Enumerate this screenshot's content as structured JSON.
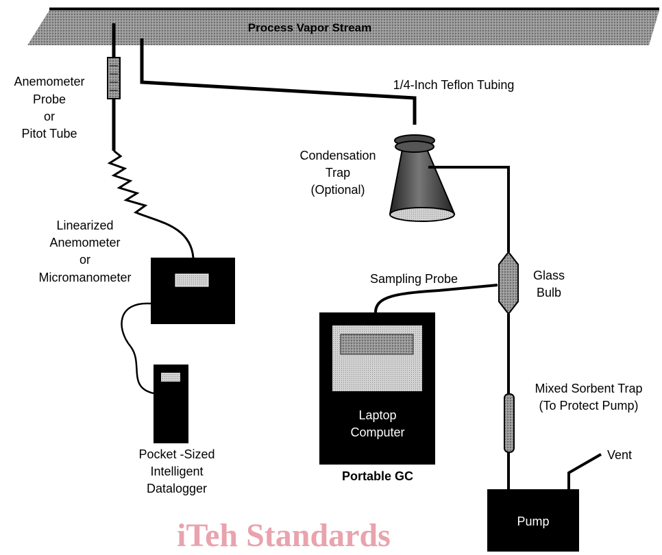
{
  "labels": {
    "process_stream": "Process Vapor Stream",
    "anemometer_probe": [
      "Anemometer",
      "Probe",
      "or",
      "Pitot Tube"
    ],
    "teflon_tubing": "1/4-Inch Teflon Tubing",
    "condensation_trap": [
      "Condensation",
      "Trap",
      "(Optional)"
    ],
    "linearized_anemometer": [
      "Linearized",
      "Anemometer",
      "or",
      "Micromanometer"
    ],
    "sampling_probe": "Sampling Probe",
    "glass_bulb": [
      "Glass",
      "Bulb"
    ],
    "laptop_computer": [
      "Laptop",
      "Computer"
    ],
    "portable_gc": "Portable GC",
    "mixed_sorbent_trap": [
      "Mixed Sorbent Trap",
      "(To Protect Pump)"
    ],
    "datalogger": [
      "Pocket -Sized",
      "Intelligent",
      "Datalogger"
    ],
    "vent": "Vent",
    "pump": "Pump"
  },
  "watermark": "iTeh Standards",
  "colors": {
    "ink": "#000000",
    "stream_fill": "#8a8a8a",
    "screen_fill": "#bdbdbd",
    "watermark": "#e9a3ad"
  }
}
